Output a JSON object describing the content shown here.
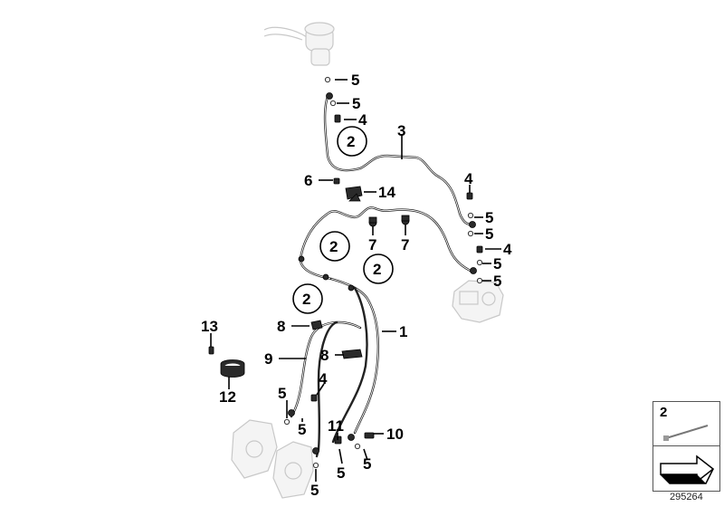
{
  "callouts": {
    "c1": "1",
    "c2a": "2",
    "c2b": "2",
    "c2c": "2",
    "c2d": "2",
    "c3": "3",
    "c4a": "4",
    "c4b": "4",
    "c4c": "4",
    "c4d": "4",
    "c5a": "5",
    "c5b": "5",
    "c5c": "5",
    "c5d": "5",
    "c5e": "5",
    "c5f": "5",
    "c5g": "5",
    "c5h": "5",
    "c5i": "5",
    "c5j": "5",
    "c6": "6",
    "c7a": "7",
    "c7b": "7",
    "c8a": "8",
    "c8b": "8",
    "c9": "9",
    "c10": "10",
    "c11": "11",
    "c12": "12",
    "c13": "13",
    "c14": "14"
  },
  "legend": {
    "label": "2"
  },
  "diagram_id": "295264"
}
